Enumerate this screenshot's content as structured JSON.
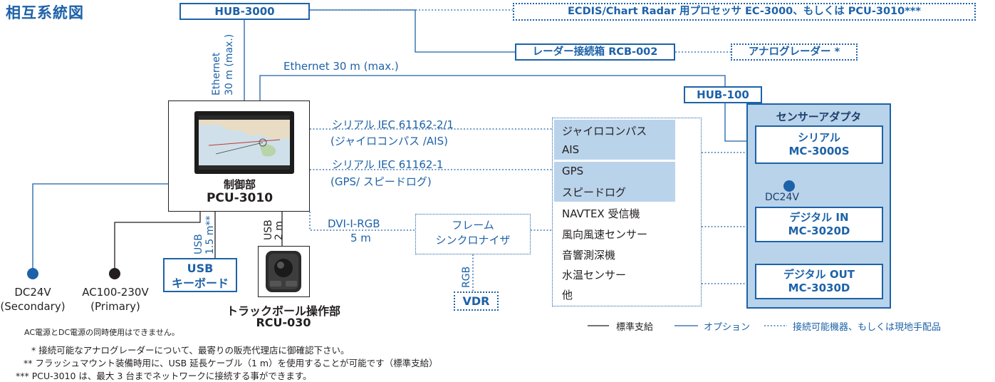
{
  "title": "相互系統図",
  "top": {
    "hub3000": "HUB-3000",
    "ecdis": "ECDIS/Chart Radar 用プロセッサ EC-3000、もしくは PCU-3010***",
    "rcb": "レーダー接続箱 RCB-002",
    "analog_radar": "アナログレーダー *",
    "ethernet_vertical_1": "Ethernet",
    "ethernet_vertical_2": "30 m (max.)",
    "ethernet_horizontal": "Ethernet  30 m (max.)",
    "hub100": "HUB-100"
  },
  "pcu": {
    "name_1": "制御部",
    "name_2": "PCU-3010"
  },
  "serial": {
    "line1_label": "シリアル IEC 61162-2/1",
    "line1_sub": "(ジャイロコンパス /AIS)",
    "line2_label": "シリアル IEC 61162-1",
    "line2_sub": "(GPS/ スピードログ)"
  },
  "sensors": [
    "ジャイロコンパス",
    "AIS",
    "GPS",
    "スピードログ",
    "NAVTEX 受信機",
    "風向風速センサー",
    "音響測深機",
    "水温センサー",
    "他"
  ],
  "adapter": {
    "panel_title": "センサーアダプタ",
    "serial_1": "シリアル",
    "serial_2": "MC-3000S",
    "dc24v": "DC24V",
    "din_1": "デジタル IN",
    "din_2": "MC-3020D",
    "dout_1": "デジタル OUT",
    "dout_2": "MC-3030D"
  },
  "video": {
    "dvi_1": "DVI-I-RGB",
    "dvi_2": "5 m",
    "frame_1": "フレーム",
    "frame_2": "シンクロナイザ",
    "rgb": "RGB",
    "vdr": "VDR"
  },
  "usb": {
    "usb1_a": "USB",
    "usb1_b": "1.5 m**",
    "usb2_a": "USB",
    "usb2_b": "2 m",
    "keyboard_1": "USB",
    "keyboard_2": "キーボード",
    "trackball_1": "トラックボール操作部",
    "trackball_2": "RCU-030"
  },
  "power": {
    "dc_1": "DC24V",
    "dc_2": "(Secondary)",
    "ac_1": "AC100-230V",
    "ac_2": "(Primary)"
  },
  "legend": {
    "standard": "標準支給",
    "option": "オプション",
    "local": "接続可能機器、もしくは現地手配品"
  },
  "notes": {
    "power_note": "AC電源とDC電源の同時使用はできません。",
    "n1": "* 接続可能なアナログレーダーについて、最寄りの販売代理店に御確認下さい。",
    "n2": "** フラッシュマウント装備時用に、USB 延長ケーブル（1 m）を使用することが可能です（標準支給）",
    "n3": "*** PCU-3010 は、最大 3 台までネットワークに接続する事ができます。"
  },
  "colors": {
    "accent": "#1d62a8",
    "panel": "#b9d3ea",
    "line": "#231f20"
  }
}
